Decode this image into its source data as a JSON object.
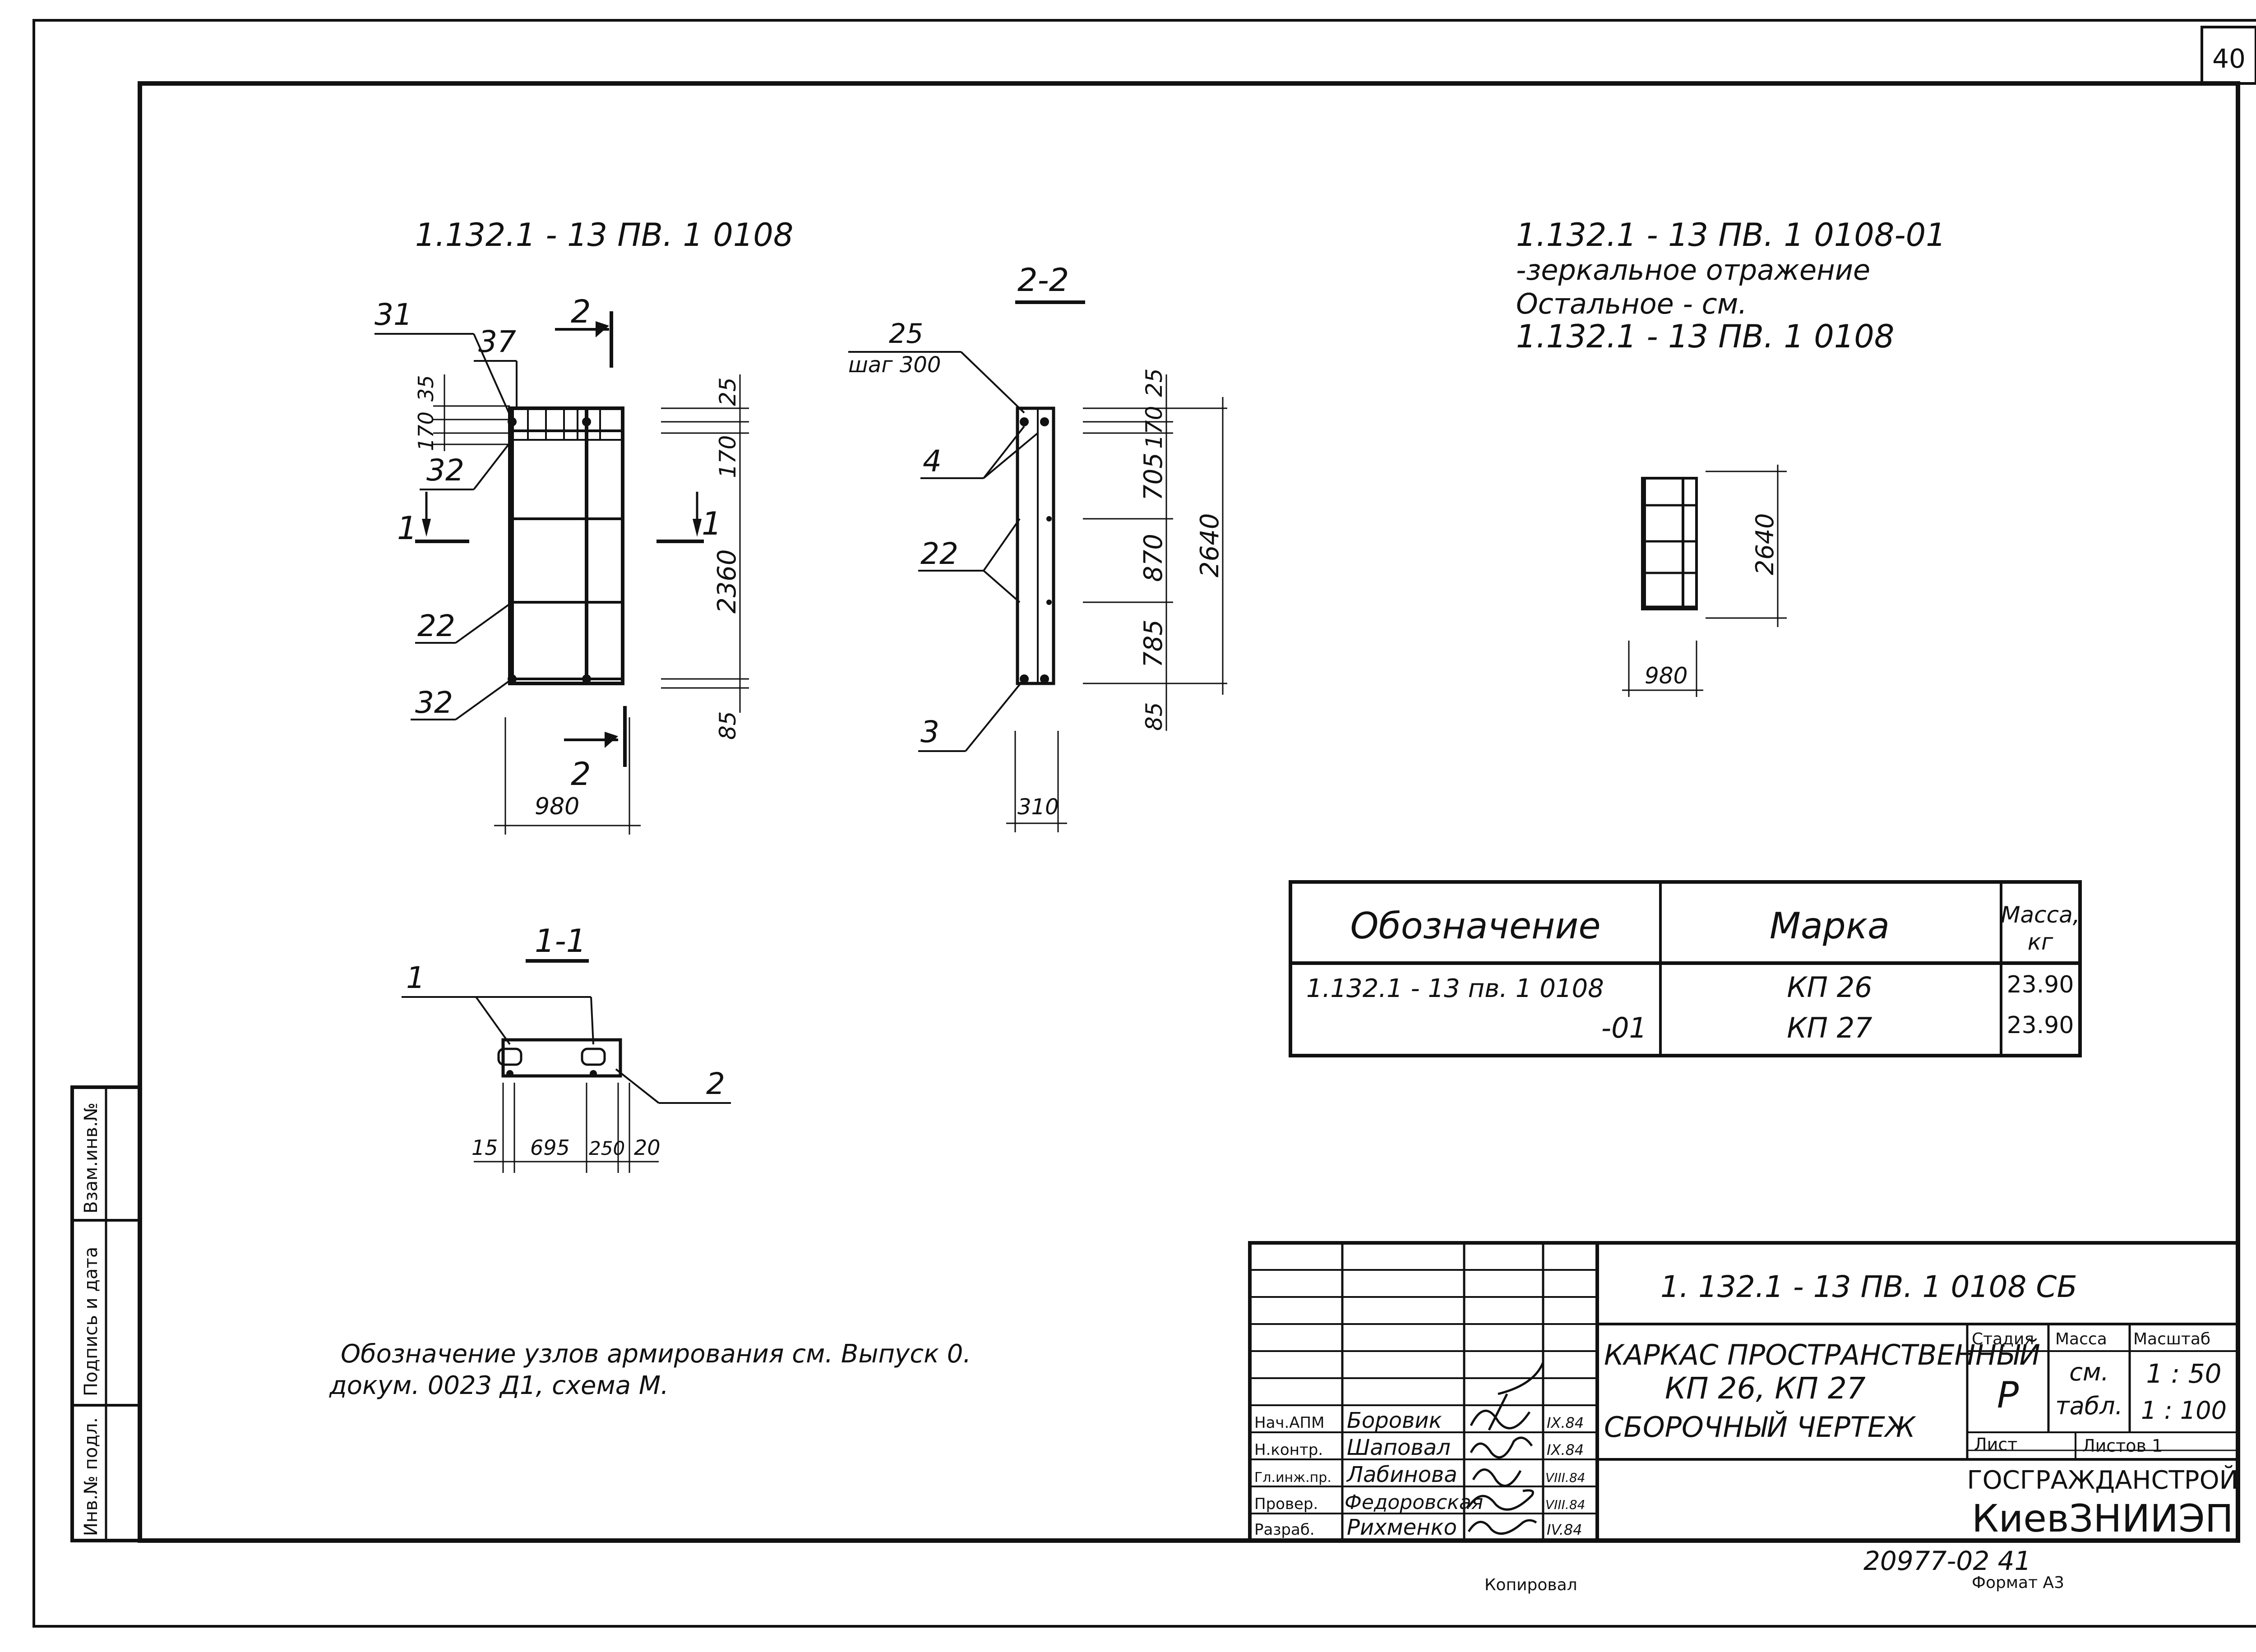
{
  "page_number": "40",
  "designations": {
    "left_view": "1.132.1 - 13 ПВ. 1  0108",
    "right_line1": "1.132.1 - 13 ПВ.  1  0108-01",
    "right_line2": "-зеркальное  отражение",
    "right_line3": "Остальное - см.",
    "right_line4": "1.132.1 - 13 ПВ.  1  0108"
  },
  "section_labels": {
    "s22": "2-2",
    "s11": "1-1",
    "cut2_top": "2",
    "cut2_bottom": "2",
    "cut1_left": "1",
    "cut1_right": "1"
  },
  "callouts": {
    "p31": "31",
    "p37": "37",
    "p32a": "32",
    "p22a": "22",
    "p32b": "32",
    "p25": "25",
    "step": "шаг 300",
    "p4": "4",
    "p22b": "22",
    "p3": "3",
    "p1": "1",
    "p2": "2"
  },
  "dimensions": {
    "left_170_35": "170",
    "left_35": "35",
    "left_170_small": "170",
    "v1_25": "25",
    "v1_170": "170",
    "v1_2360": "2360",
    "v1_85": "85",
    "v1_980": "980",
    "v2_25": "25",
    "v2_170": "170",
    "v2_705": "705",
    "v2_870": "870",
    "v2_785": "785",
    "v2_85": "85",
    "v2_2640": "2640",
    "v2_310": "310",
    "v3_2640": "2640",
    "v3_980": "980",
    "s11_15": "15",
    "s11_695": "695",
    "s11_250": "250",
    "s11_20": "20"
  },
  "spec_table": {
    "headers": [
      "Обозначение",
      "Марка",
      "Масса,",
      "кг"
    ],
    "rows": [
      {
        "designation": "1.132.1 - 13 пв.  1   0108",
        "mark": "КП 26",
        "mass": "23.90"
      },
      {
        "designation": "-01",
        "mark": "КП 27",
        "mass": "23.90"
      }
    ]
  },
  "note": {
    "line1": "Обозначение  узлов  армирования  см.  Выпуск  0.",
    "line2": "докум.  0023 Д1,  схема  М."
  },
  "side_stamp": [
    "Взам.инв.№",
    "Подпись и дата",
    "Инв.№ подл."
  ],
  "title_block": {
    "code": "1. 132.1 - 13 ПВ. 1  0108  СБ",
    "name1": "КАРКАС  ПРОСТРАНСТВЕННЫЙ",
    "name2": "КП 26,  КП 27",
    "name3": "СБОРОЧНЫЙ  ЧЕРТЕЖ",
    "stage_label": "Стадия",
    "mass_label": "Масса",
    "scale_label": "Масштаб",
    "stage": "Р",
    "mass_v1": "см.",
    "mass_v2": "табл.",
    "scale_v1": "1 : 50",
    "scale_v2": "1 : 100",
    "sheet_label": "Лист",
    "sheets_label": "Листов 1",
    "org1": "ГОСГРАЖДАНСТРОЙ",
    "org2": "КиевЗНИИЭП",
    "signatures": [
      {
        "role": "Нач.АПМ",
        "name": "Боровик",
        "date": "IX.84"
      },
      {
        "role": "Н.контр.",
        "name": "Шаповал",
        "date": "IX.84"
      },
      {
        "role": "Гл.инж.пр.",
        "name": "Лабинова",
        "date": "VIII.84"
      },
      {
        "role": "Провер.",
        "name": "Федоровская",
        "date": "VIII.84"
      },
      {
        "role": "Разраб.",
        "name": "Рихменко",
        "date": "IV.84"
      }
    ]
  },
  "footer": {
    "number": "20977-02  41",
    "copied": "Копировал",
    "format": "Формат  А3"
  }
}
